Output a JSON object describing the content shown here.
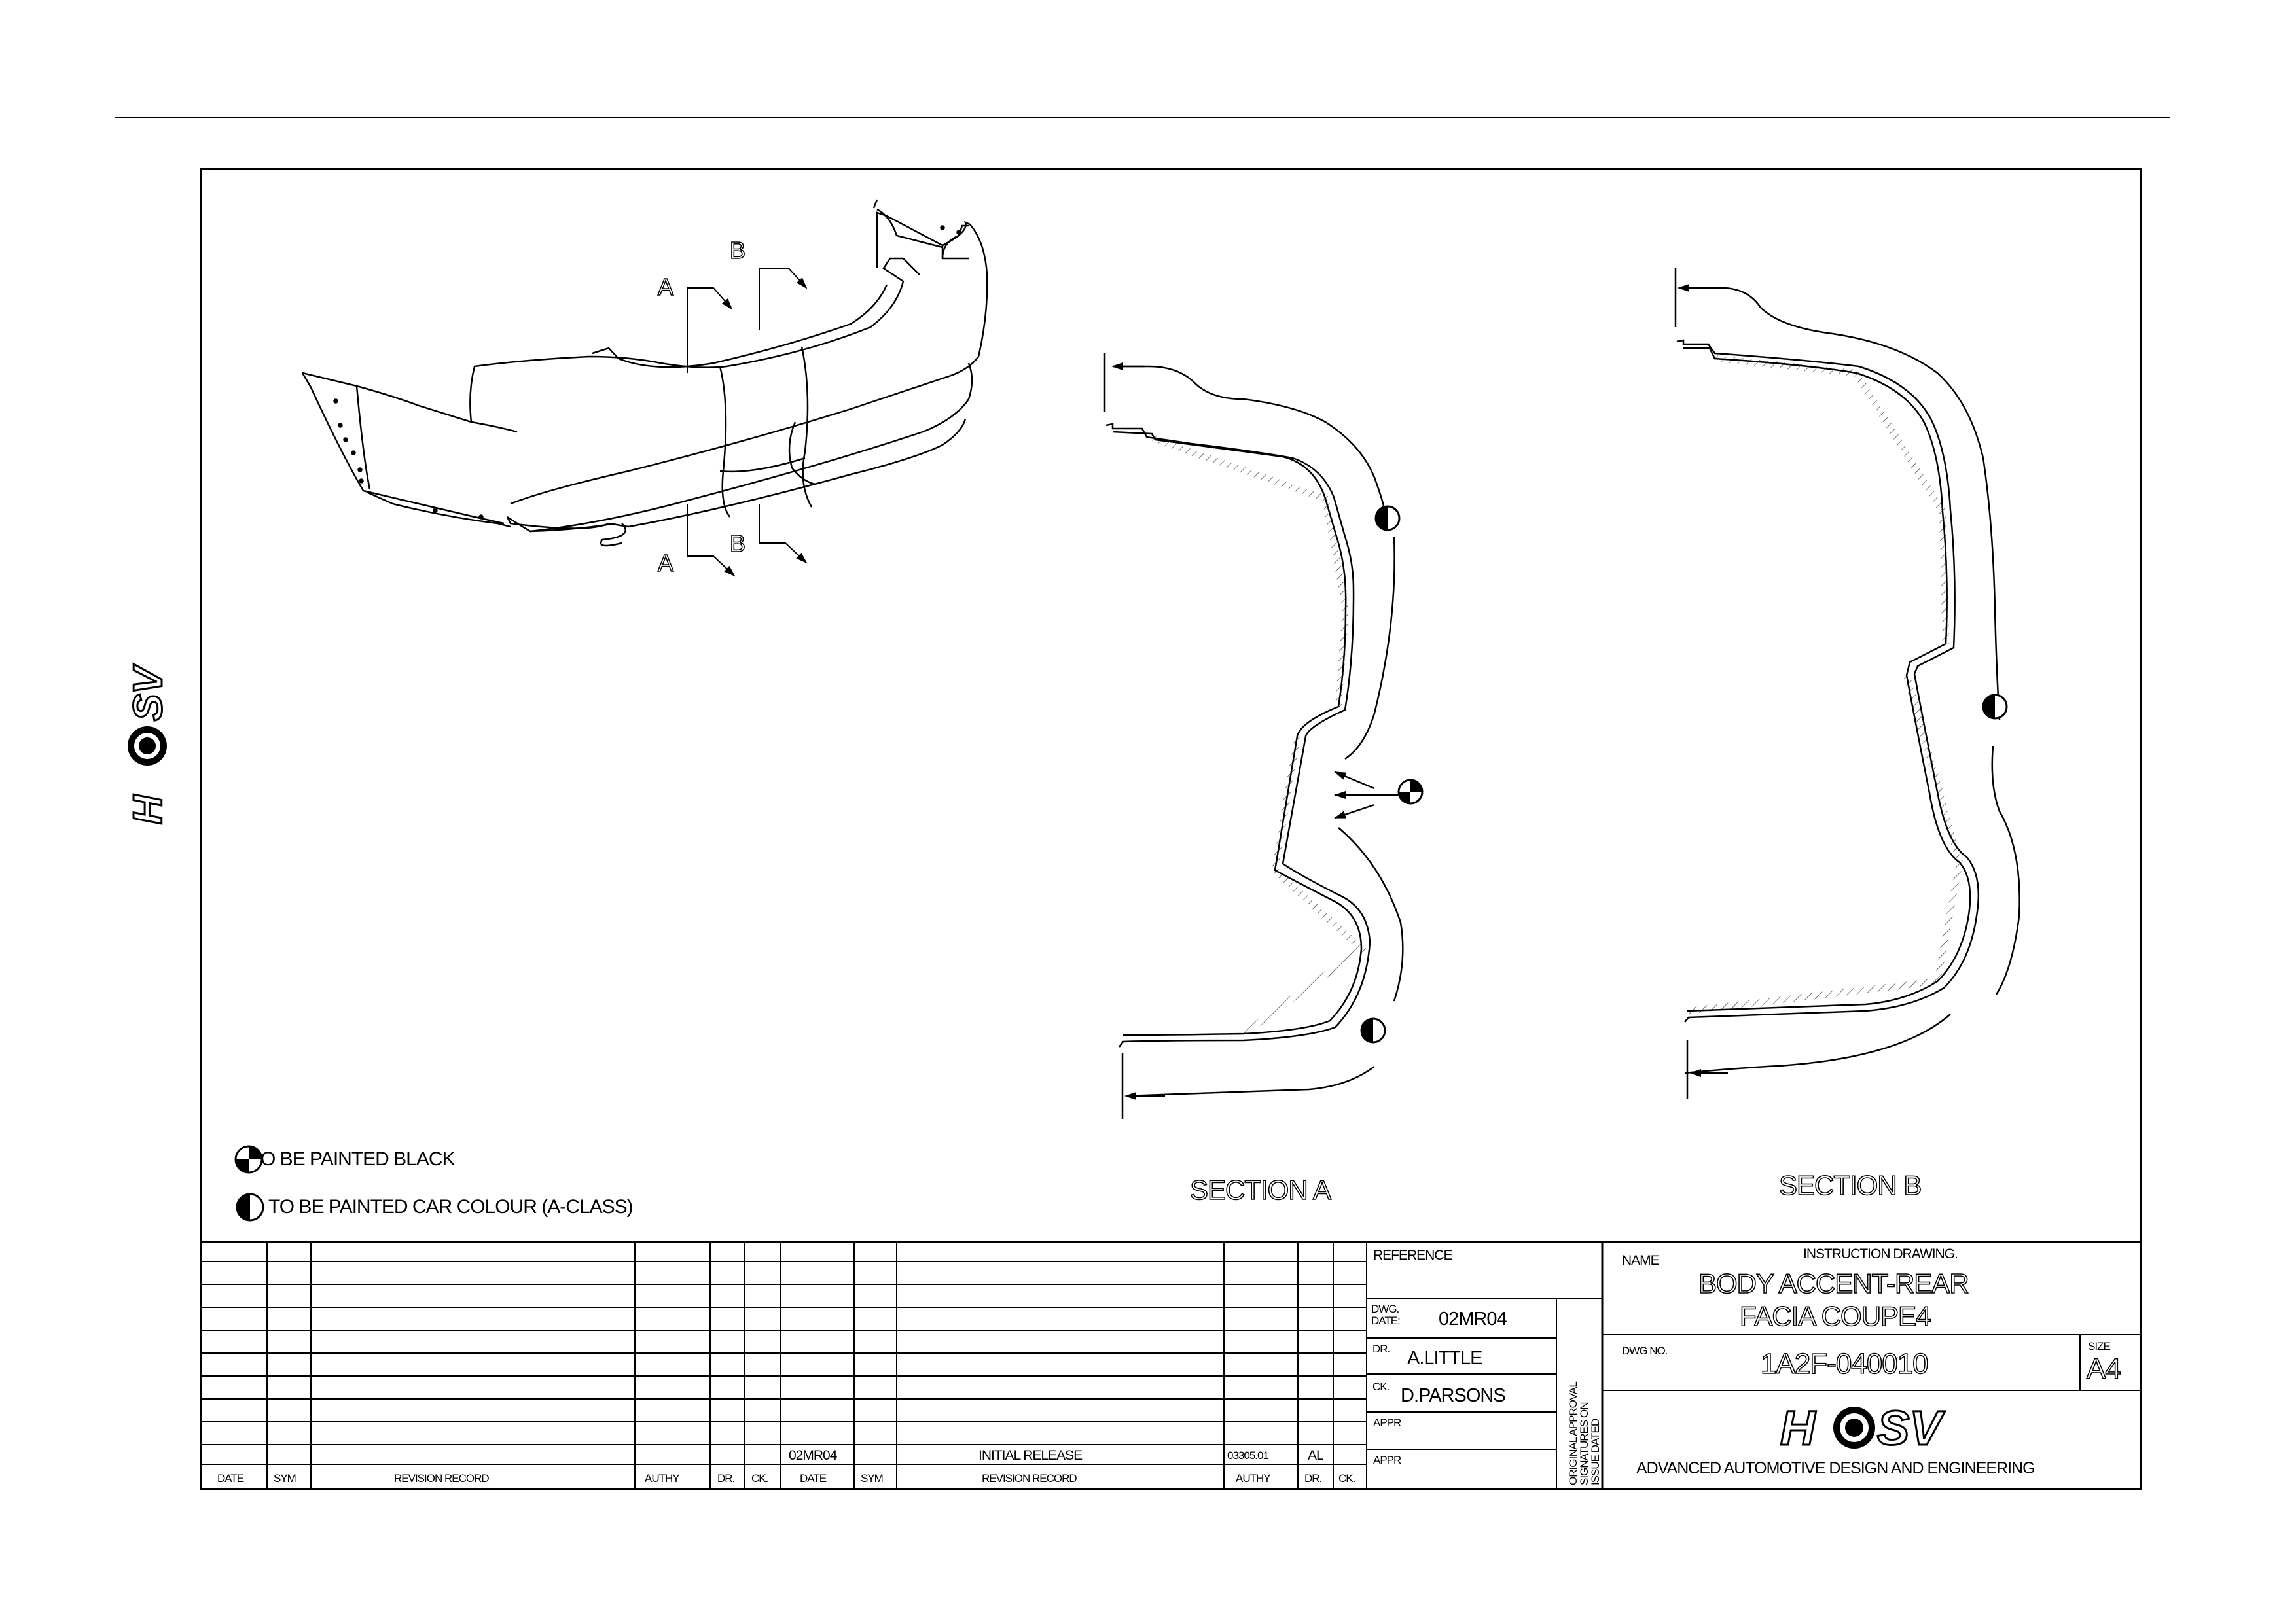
{
  "brand": {
    "logo_text": "HSV",
    "side_logo_text": "HSV"
  },
  "drawing": {
    "perspective_labels": [
      "A",
      "B",
      "A",
      "B"
    ],
    "section_a_label": "SECTION A",
    "section_b_label": "SECTION B"
  },
  "legend": [
    {
      "symbol": "quartered-circle-icon",
      "text": "O BE PAINTED BLACK"
    },
    {
      "symbol": "half-circle-icon",
      "text": "TO BE PAINTED CAR COLOUR (A-CLASS)"
    }
  ],
  "revision_table": {
    "headers_left": [
      "DATE",
      "SYM",
      "REVISION RECORD",
      "AUTHY",
      "DR.",
      "CK."
    ],
    "headers_right": [
      "DATE",
      "SYM",
      "REVISION RECORD",
      "AUTHY",
      "DR.",
      "CK."
    ],
    "entries": [
      {
        "date": "02MR04",
        "sym": "",
        "record": "INITIAL RELEASE",
        "authy": "03305.01",
        "dr": "AL",
        "ck": ""
      }
    ]
  },
  "approval": {
    "reference_label": "REFERENCE",
    "dwg_date_label": "DWG. DATE:",
    "dwg_date": "02MR04",
    "dr_label": "DR.",
    "dr_value": "A.LITTLE",
    "ck_label": "CK.",
    "ck_value": "D.PARSONS",
    "appr_label_1": "APPR",
    "appr_label_2": "APPR",
    "vertical_note": [
      "ORIGINAL APPROVAL",
      "SIGNATURES ON",
      "ISSUE DATED"
    ]
  },
  "title_block": {
    "name_label": "NAME",
    "drawing_type": "INSTRUCTION DRAWING.",
    "name_line1": "BODY ACCENT-REAR",
    "name_line2": "FACIA COUPE4",
    "dwg_no_label": "DWG NO.",
    "dwg_no": "1A2F-040010",
    "size_label": "SIZE",
    "size": "A4",
    "company": "ADVANCED AUTOMOTIVE DESIGN AND ENGINEERING"
  }
}
